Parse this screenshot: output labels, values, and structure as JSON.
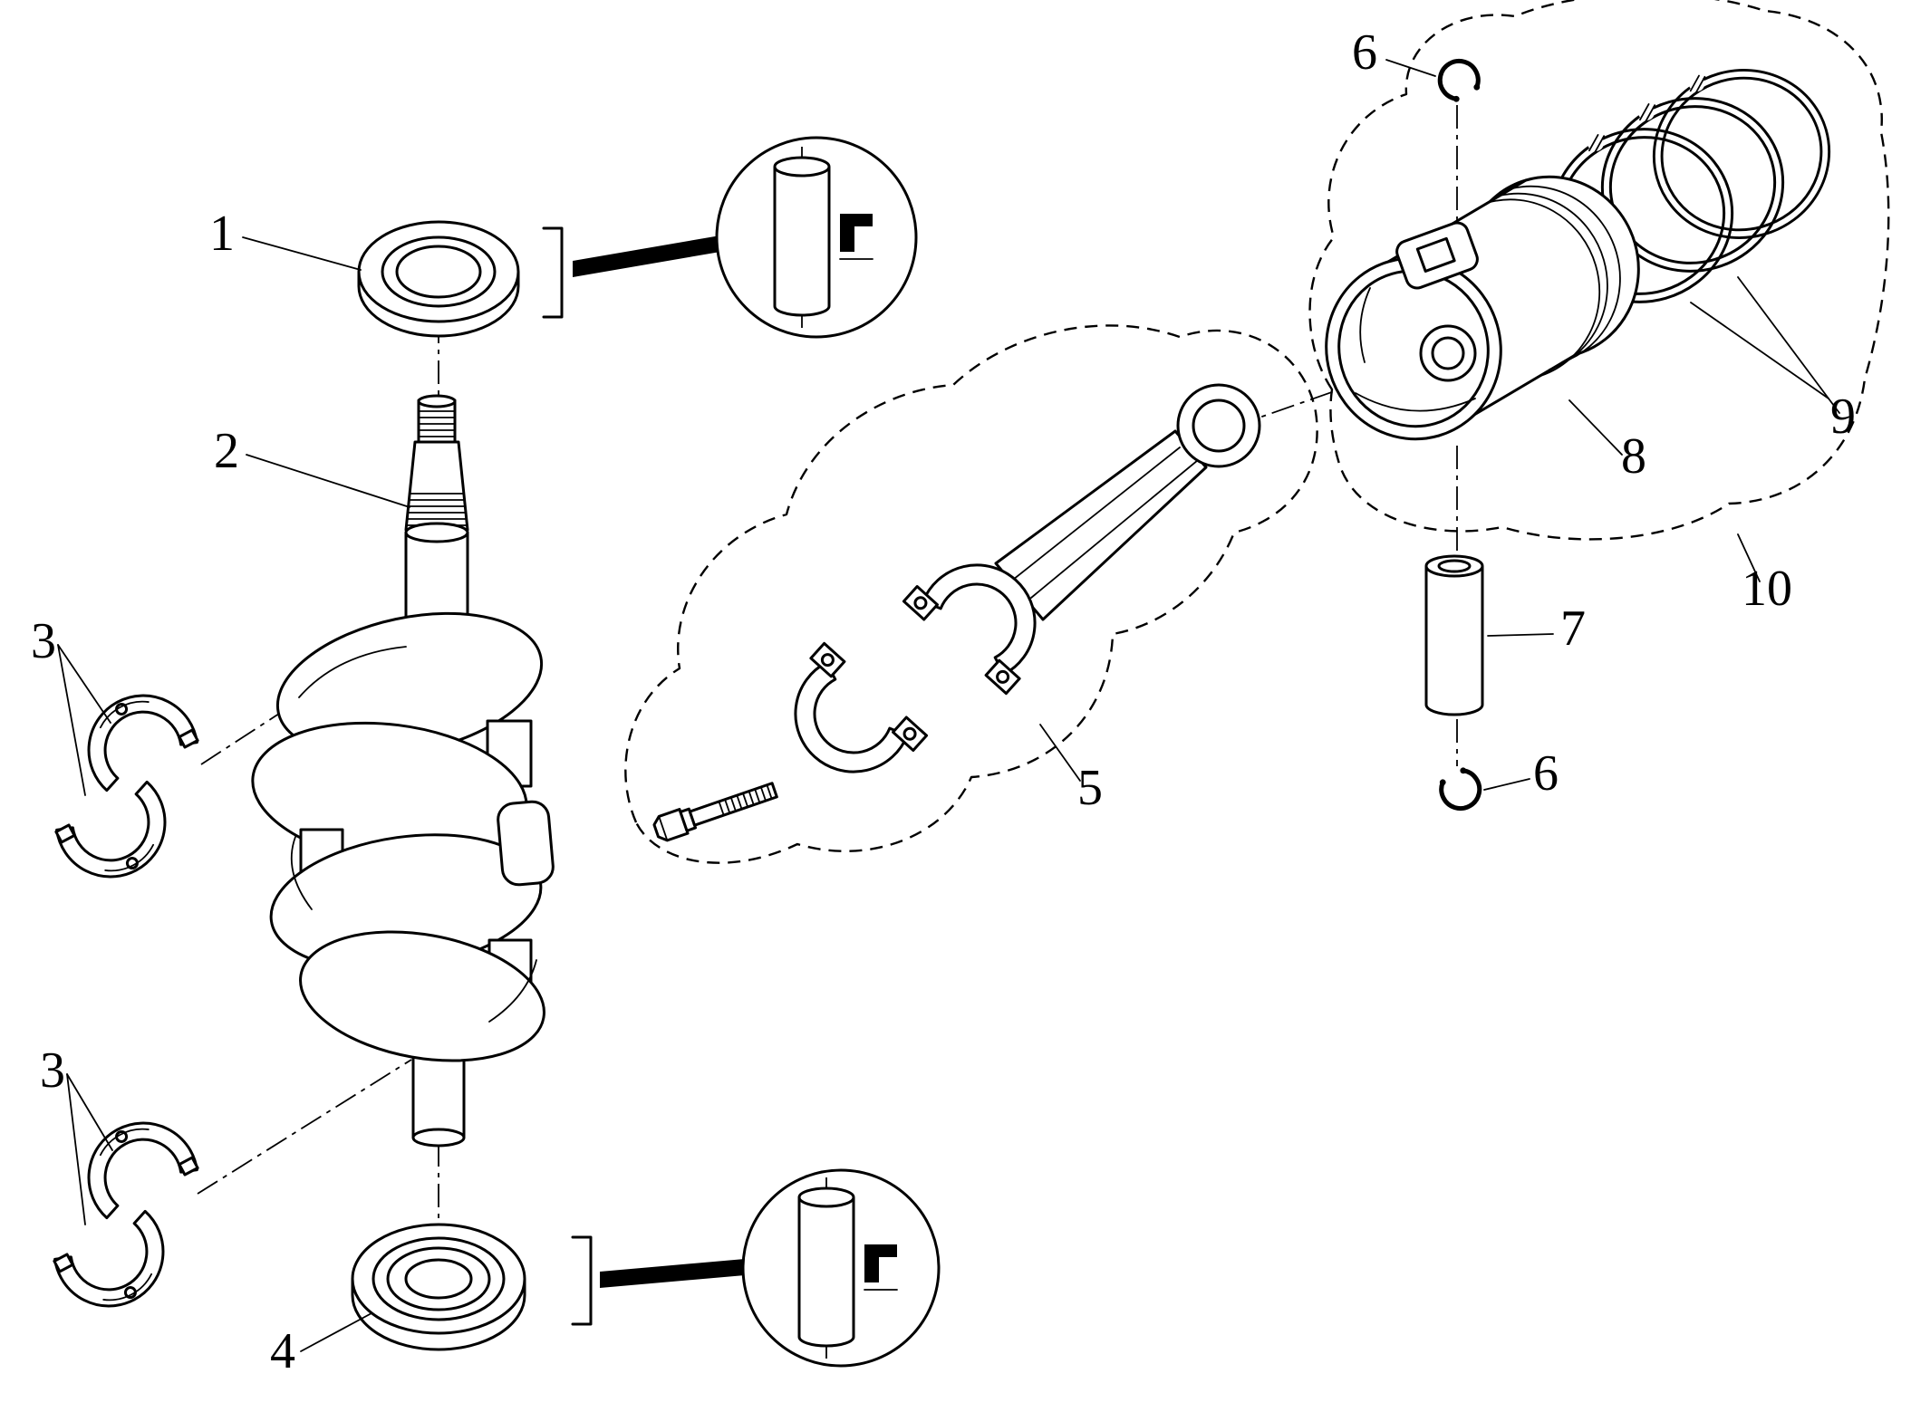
{
  "colors": {
    "background": "#ffffff",
    "line": "#000000"
  },
  "diagram": {
    "callouts": [
      {
        "label": "1"
      },
      {
        "label": "2"
      },
      {
        "label": "3"
      },
      {
        "label": "3"
      },
      {
        "label": "4"
      },
      {
        "label": "5"
      },
      {
        "label": "6"
      },
      {
        "label": "6"
      },
      {
        "label": "7"
      },
      {
        "label": "8"
      },
      {
        "label": "9"
      },
      {
        "label": "10"
      }
    ]
  }
}
